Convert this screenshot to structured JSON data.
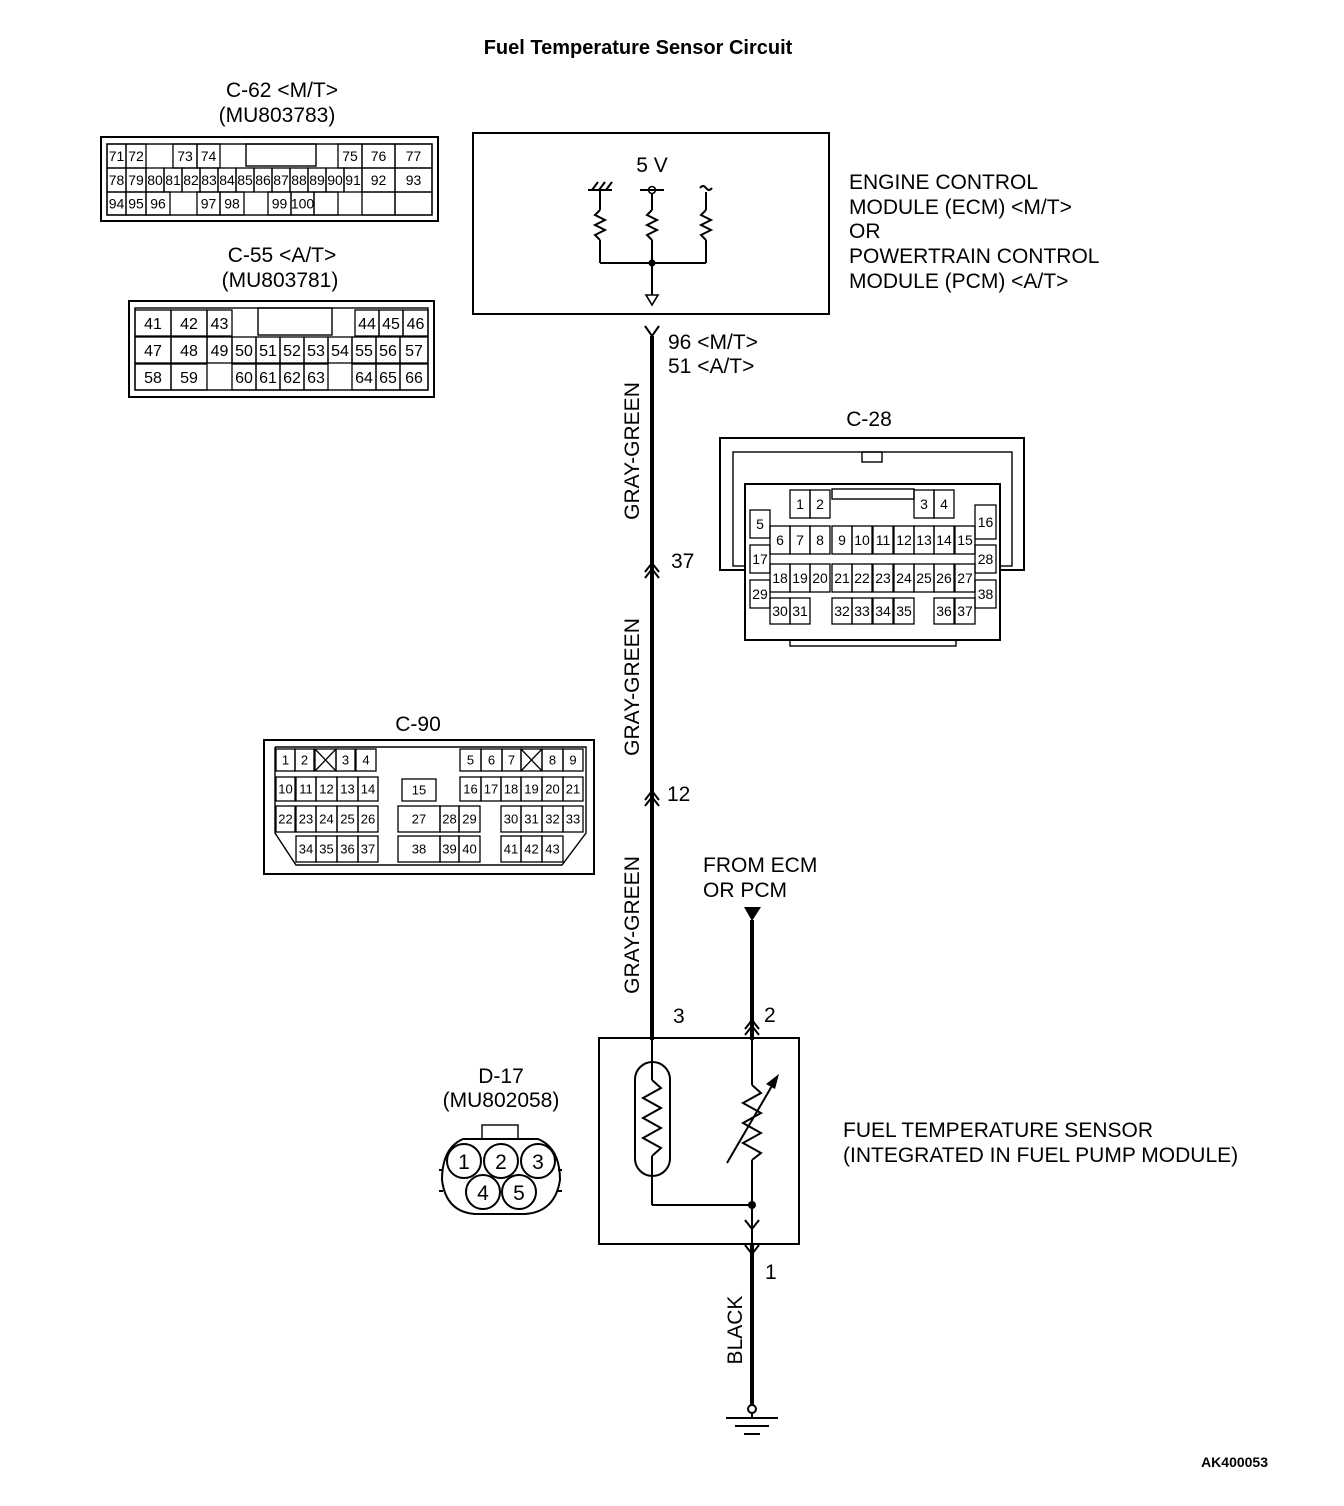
{
  "title": "Fuel Temperature Sensor Circuit",
  "figure_id": "AK400053",
  "connectors": {
    "c62": {
      "label": "C-62 <M/T>",
      "part": "(MU803783)",
      "pins": [
        "71",
        "72",
        "73",
        "74",
        "75",
        "76",
        "77",
        "78",
        "79",
        "80",
        "81",
        "82",
        "83",
        "84",
        "85",
        "86",
        "87",
        "88",
        "89",
        "90",
        "91",
        "92",
        "93",
        "94",
        "95",
        "96",
        "97",
        "98",
        "99",
        "100"
      ]
    },
    "c55": {
      "label": "C-55 <A/T>",
      "part": "(MU803781)",
      "pins": [
        "41",
        "42",
        "43",
        "44",
        "45",
        "46",
        "47",
        "48",
        "49",
        "50",
        "51",
        "52",
        "53",
        "54",
        "55",
        "56",
        "57",
        "58",
        "59",
        "60",
        "61",
        "62",
        "63",
        "64",
        "65",
        "66"
      ]
    },
    "c28": {
      "label": "C-28",
      "pins": [
        "1",
        "2",
        "3",
        "4",
        "5",
        "6",
        "7",
        "8",
        "9",
        "10",
        "11",
        "12",
        "13",
        "14",
        "15",
        "16",
        "17",
        "28",
        "18",
        "19",
        "20",
        "21",
        "22",
        "23",
        "24",
        "25",
        "26",
        "27",
        "29",
        "38",
        "30",
        "31",
        "32",
        "33",
        "34",
        "35",
        "36",
        "37"
      ]
    },
    "c90": {
      "label": "C-90",
      "pins": [
        "1",
        "2",
        "3",
        "4",
        "5",
        "6",
        "7",
        "8",
        "9",
        "10",
        "11",
        "12",
        "13",
        "14",
        "15",
        "16",
        "17",
        "18",
        "19",
        "20",
        "21",
        "22",
        "23",
        "24",
        "25",
        "26",
        "27",
        "28",
        "29",
        "30",
        "31",
        "32",
        "33",
        "34",
        "35",
        "36",
        "37",
        "38",
        "39",
        "40",
        "41",
        "42",
        "43"
      ]
    },
    "d17": {
      "label": "D-17",
      "part": "(MU802058)",
      "pins": [
        "1",
        "2",
        "3",
        "4",
        "5"
      ]
    }
  },
  "ecm": {
    "voltage": "5 V",
    "lines": [
      "ENGINE CONTROL",
      "MODULE (ECM) <M/T>",
      "OR",
      "POWERTRAIN CONTROL",
      "MODULE (PCM) <A/T>"
    ],
    "terminal_mt": "96 <M/T>",
    "terminal_at": "51 <A/T>"
  },
  "wires": {
    "segment1_color": "GRAY-GREEN",
    "segment2_color": "GRAY-GREEN",
    "segment3_color": "GRAY-GREEN",
    "ground_color": "BLACK",
    "junction_c28_pin": "37",
    "junction_c90_pin": "12"
  },
  "sensor": {
    "from_label_1": "FROM ECM",
    "from_label_2": "OR PCM",
    "pin3": "3",
    "pin2": "2",
    "pin1": "1",
    "name_1": "FUEL TEMPERATURE SENSOR",
    "name_2": "(INTEGRATED IN FUEL PUMP MODULE)"
  }
}
